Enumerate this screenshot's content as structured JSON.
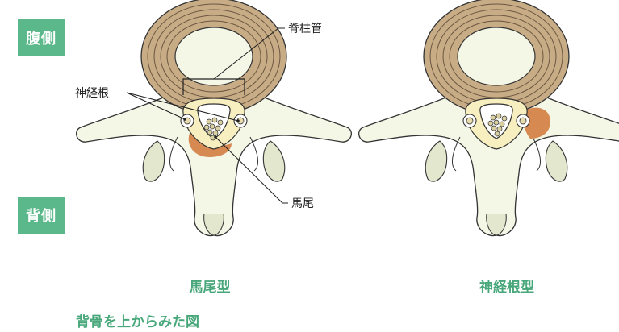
{
  "side_labels": {
    "ventral": "腹側",
    "dorsal": "背側"
  },
  "annotations": {
    "spinal_canal": "脊柱管",
    "nerve_root": "神経根",
    "cauda_equina": "馬尾"
  },
  "captions": {
    "cauda_type": "馬尾型",
    "root_type": "神経根型"
  },
  "footer": "背骨を上からみた図",
  "colors": {
    "label_bg": "#5bb88a",
    "caption": "#48a77a",
    "disc": "#c8ac86",
    "bone": "#f4f6e6",
    "compression": "#d68a52"
  }
}
